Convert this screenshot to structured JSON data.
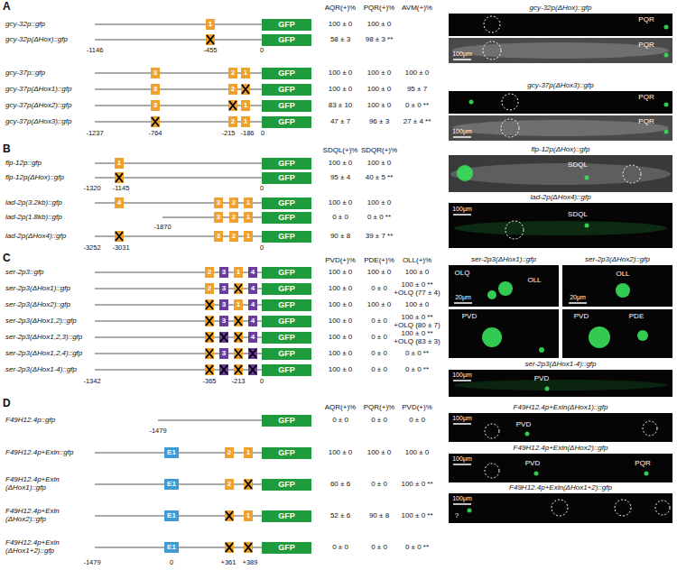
{
  "diagram": {
    "nodes": [
      {
        "text": [
          "1"
        ]
      },
      {
        "text": [
          "GFP"
        ]
      },
      {
        "text": [
          "GFP"
        ]
      },
      {
        "text": [
          "3"
        ]
      },
      {
        "text": [
          "2"
        ]
      },
      {
        "text": [
          "1"
        ]
      },
      {
        "text": [
          "GFP"
        ]
      },
      {
        "text": [
          "3"
        ]
      },
      {
        "text": [
          "2"
        ]
      },
      {
        "text": [
          "GFP"
        ]
      },
      {
        "text": [
          "3"
        ]
      },
      {
        "text": [
          "1"
        ]
      },
      {
        "text": [
          "GFP"
        ]
      },
      {
        "text": [
          "2"
        ]
      },
      {
        "text": [
          "1"
        ]
      },
      {
        "text": [
          "GFP"
        ]
      },
      {
        "text": [
          "1"
        ]
      },
      {
        "text": [
          "GFP"
        ]
      },
      {
        "text": [
          "GFP"
        ]
      },
      {
        "text": [
          "4"
        ]
      },
      {
        "text": [
          "3"
        ]
      },
      {
        "text": [
          "2"
        ]
      },
      {
        "text": [
          "1"
        ]
      },
      {
        "text": [
          "GFP"
        ]
      },
      {
        "text": [
          "3"
        ]
      },
      {
        "text": [
          "2"
        ]
      },
      {
        "text": [
          "1"
        ]
      },
      {
        "text": [
          "GFP"
        ]
      },
      {
        "text": [
          "3"
        ]
      },
      {
        "text": [
          "2"
        ]
      },
      {
        "text": [
          "1"
        ]
      },
      {
        "text": [
          "GFP"
        ]
      },
      {
        "text": [
          "2"
        ]
      },
      {
        "text": [
          "3"
        ]
      },
      {
        "text": [
          "1"
        ]
      },
      {
        "text": [
          "4"
        ]
      },
      {
        "text": [
          "GFP"
        ]
      },
      {
        "text": [
          "2"
        ]
      },
      {
        "text": [
          "3"
        ]
      },
      {
        "text": [
          "4"
        ]
      },
      {
        "text": [
          "GFP"
        ]
      },
      {
        "text": [
          "3"
        ]
      },
      {
        "text": [
          "1"
        ]
      },
      {
        "text": [
          "4"
        ]
      },
      {
        "text": [
          "GFP"
        ]
      },
      {
        "text": [
          "3"
        ]
      },
      {
        "text": [
          "4"
        ]
      },
      {
        "text": [
          "GFP"
        ]
      },
      {
        "text": [
          "4"
        ]
      },
      {
        "text": [
          "GFP"
        ]
      },
      {
        "text": [
          "3"
        ]
      },
      {
        "text": [
          "GFP"
        ]
      },
      {
        "text": [
          "GFP"
        ]
      },
      {
        "text": [
          "GFP"
        ]
      },
      {
        "text": [
          "E1"
        ]
      },
      {
        "text": [
          "2"
        ]
      },
      {
        "text": [
          "1"
        ]
      },
      {
        "text": [
          "GFP"
        ]
      },
      {
        "text": [
          "E1"
        ]
      },
      {
        "text": [
          "2"
        ]
      },
      {
        "text": [
          "GFP"
        ]
      },
      {
        "text": [
          "E1"
        ]
      },
      {
        "text": [
          "1"
        ]
      },
      {
        "text": [
          "GFP"
        ]
      },
      {
        "text": [
          "E1"
        ]
      },
      {
        "text": [
          "GFP"
        ]
      }
    ],
    "labels": [
      "A",
      "AQR(+)%",
      "PQR(+)%",
      "AVM(+)%",
      "gcy-32p::gfp",
      "100 ± 0",
      "100 ± 0",
      "gcy-32p(ΔHox)::gfp",
      "58 ± 3",
      "98 ± 3 **",
      "-1146",
      "-455",
      "0",
      "gcy-37p::gfp",
      "100 ± 0",
      "100 ± 0",
      "100 ± 0",
      "gcy-37p(ΔHox1)::gfp",
      "100 ± 0",
      "100 ± 0",
      "95 ± 7",
      "gcy-37p(ΔHox2)::gfp",
      "83 ± 10",
      "100 ± 0",
      "0 ± 0 **",
      "gcy-37p(ΔHox3)::gfp",
      "47 ± 7",
      "96 ± 3",
      "27 ± 4 **",
      "-1237",
      "-764",
      "-215",
      "-186",
      "0",
      "gcy-32p(ΔHox)::gfp",
      "PQR",
      "PQR",
      "100μm",
      "gcy-37p(ΔHox3)::gfp",
      "PQR",
      "PQR",
      "100μm",
      "B",
      "SDQL(+)%",
      "SDQR(+)%",
      "flp-12p::gfp",
      "100 ± 0",
      "100 ± 0",
      "flp-12p(ΔHox)::gfp",
      "95 ± 4",
      "40 ± 5 **",
      "-1320",
      "-1145",
      "0",
      "lad-2p(3.2kb)::gfp",
      "100 ± 0",
      "100 ± 0",
      "lad-2p(1.8kb)::gfp",
      "0 ± 0",
      "0 ± 0 **",
      "-1870",
      "lad-2p(ΔHox4)::gfp",
      "90 ± 8",
      "39 ± 7 **",
      "-3252",
      "-3031",
      "0",
      "flp-12p(ΔHox)::gfp",
      "SDQL",
      "lad-2p(ΔHox4)::gfp",
      "SDQL",
      "100μm",
      "C",
      "PVD(+)%",
      "PDE(+)%",
      "OLL(+)%",
      "ser-2p3::gfp",
      "100 ± 0",
      "100 ± 0",
      "100 ± 0",
      "ser-2p3(ΔHox1)::gfp",
      "100 ± 0",
      "0 ± 0",
      "100 ± 0 **",
      "+OLQ (77 ± 4)",
      "ser-2p3(ΔHox2)::gfp",
      "100 ± 0",
      "100 ± 0",
      "100 ± 0",
      "ser-2p3(ΔHox1,2)::gfp",
      "100 ± 0",
      "0 ± 0",
      "100 ± 0 **",
      "+OLQ (80 ± 7)",
      "ser-2p3(ΔHox1,2,3)::gfp",
      "100 ± 0",
      "0 ± 0",
      "100 ± 0 **",
      "+OLQ (83 ± 3)",
      "ser-2p3(ΔHox1,2,4)::gfp",
      "100 ± 0",
      "0 ± 0",
      "0 ± 0 **",
      "ser-2p3(ΔHox1-4)::gfp",
      "100 ± 0",
      "0 ± 0",
      "0 ± 0 **",
      "-1342",
      "-365",
      "-213",
      "0",
      "ser-2p3(ΔHox1)::gfp",
      "ser-2p3(ΔHox2)::gfp",
      "OLQ",
      "OLL",
      "20μm",
      "OLL",
      "20μm",
      "PVD",
      "PVD",
      "PDE",
      "ser-2p3(ΔHox1-4)::gfp",
      "PVD",
      "100μm",
      "D",
      "AQR(+)%",
      "PQR(+)%",
      "PVD(+)%",
      "F49H12.4p::gfp",
      "0 ± 0",
      "0 ± 0",
      "0 ± 0",
      "-1479",
      "F49H12.4p+Exln::gfp",
      "100 ± 0",
      "100 ± 0",
      "100 ± 0",
      "F49H12.4p+Exln (ΔHox1)::gfp",
      "60 ± 6",
      "0 ± 0",
      "100 ± 0 **",
      "F49H12.4p+Exln (ΔHox2)::gfp",
      "52 ± 6",
      "90 ± 8",
      "100 ± 0 **",
      "F49H12.4p+Exln (ΔHox1+2)::gfp",
      "0 ± 0",
      "0 ± 0",
      "0 ± 0 **",
      "-1479",
      "0",
      "+361",
      "+389",
      "F49H12.4p+Exln(ΔHox1)::gfp",
      "PVD",
      "100μm",
      "F49H12.4p+Exln(ΔHox2)::gfp",
      "PVD",
      "PQR",
      "100μm",
      "F49H12.4p+Exln(ΔHox1+2)::gfp",
      "?",
      "100μm"
    ]
  }
}
